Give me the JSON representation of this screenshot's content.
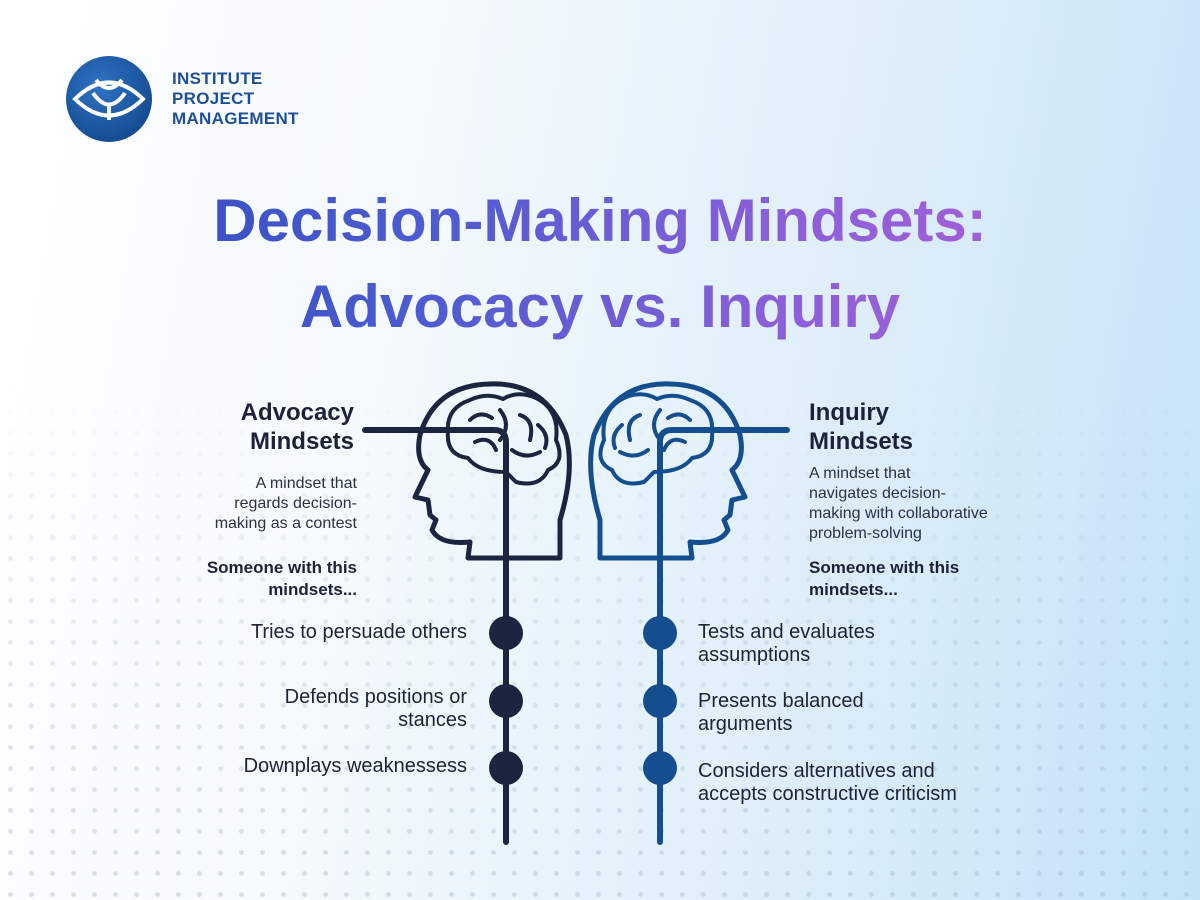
{
  "logo": {
    "lines": [
      "INSTITUTE",
      "PROJECT",
      "MANAGEMENT"
    ]
  },
  "title": {
    "line1": "Decision-Making Mindsets:",
    "line2": "Advocacy vs. Inquiry"
  },
  "colors": {
    "navy": "#1c2540",
    "blue": "#144e8f",
    "title_start": "#2a49b8",
    "title_end": "#b65fd9"
  },
  "advocacy": {
    "heading": [
      "Advocacy",
      "Mindsets"
    ],
    "description": [
      "A mindset that",
      "regards decision-",
      "making as a contest"
    ],
    "subheading": [
      "Someone with this",
      "mindsets..."
    ],
    "items": [
      [
        "Tries to persuade others"
      ],
      [
        "Defends positions or",
        "stances"
      ],
      [
        "Downplays weaknessess"
      ]
    ],
    "icon": "head-brain-icon"
  },
  "inquiry": {
    "heading": [
      "Inquiry",
      "Mindsets"
    ],
    "description": [
      "A mindset that",
      "navigates decision-",
      "making with collaborative",
      "problem-solving"
    ],
    "subheading": [
      "Someone with this",
      "mindsets..."
    ],
    "items": [
      [
        "Tests and evaluates",
        "assumptions"
      ],
      [
        "Presents balanced",
        "arguments"
      ],
      [
        "Considers alternatives and",
        "accepts constructive criticism"
      ]
    ],
    "icon": "head-brain-icon"
  }
}
